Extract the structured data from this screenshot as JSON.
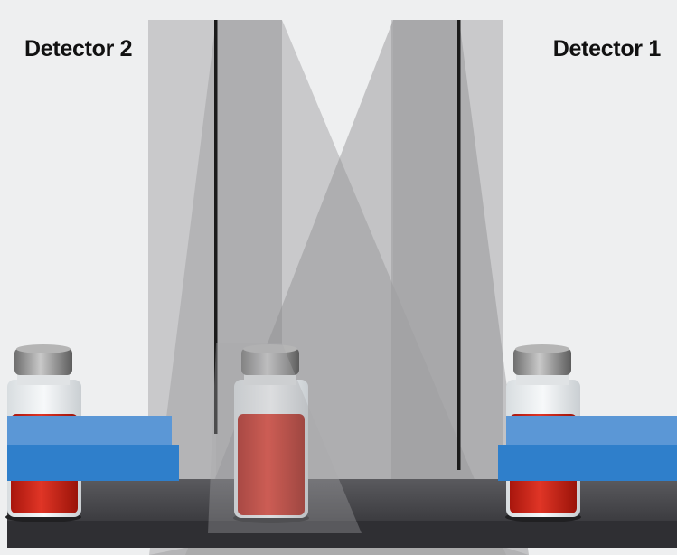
{
  "labels": {
    "detector_left": "Detector 2",
    "detector_right": "Detector 1"
  },
  "colors": {
    "background": "#eeeff0",
    "detector_band": "#c8c8ca",
    "beam": "#9a9a9c",
    "slit": "#1b1b1b",
    "conveyor": "#4c4c50",
    "guide": "#2f7fcb",
    "liquid": "#cf2a1e",
    "cap": "#9c9c9c"
  },
  "vials": [
    {
      "position": "left",
      "state": "filled"
    },
    {
      "position": "center",
      "state": "in beam"
    },
    {
      "position": "right",
      "state": "filled"
    }
  ]
}
